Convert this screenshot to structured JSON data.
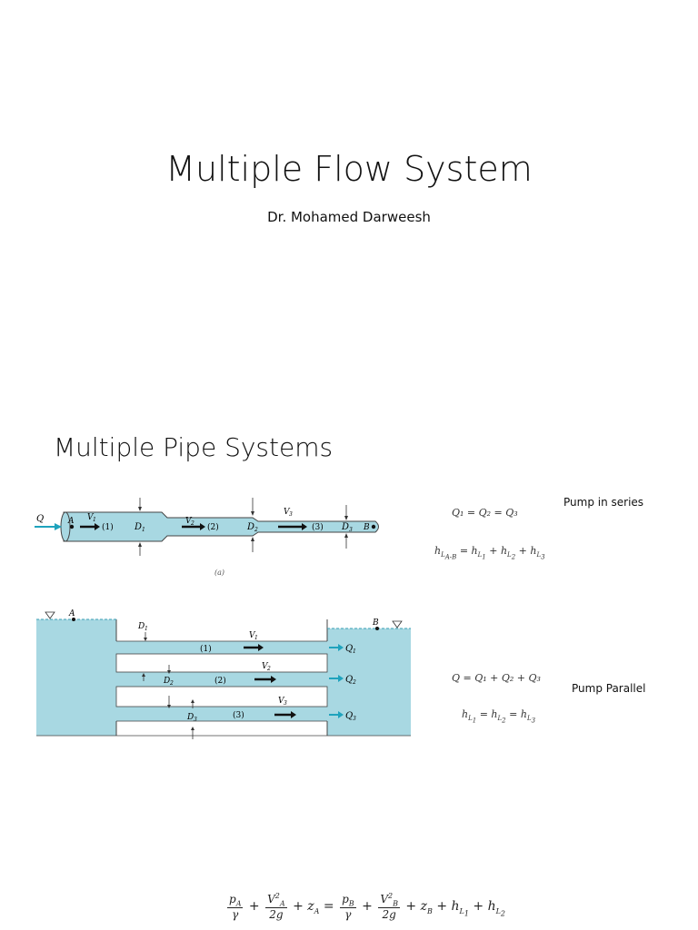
{
  "slide1": {
    "title": "Multiple Flow System",
    "subtitle": "Dr. Mohamed Darweesh"
  },
  "slide2": {
    "title": "Multiple Pipe Systems",
    "series_label": "Pump in series",
    "parallel_label": "Pump Parallel",
    "series_fig": {
      "Q": "Q",
      "A": "A",
      "B": "B",
      "V1": "V",
      "V2": "V",
      "V3": "V",
      "p1": "(1)",
      "p2": "(2)",
      "p3": "(3)",
      "D": "D",
      "caption": "(a)"
    },
    "parallel_fig": {
      "A": "A",
      "B": "B",
      "p1": "(1)",
      "p2": "(2)",
      "p3": "(3)",
      "V": "V",
      "D": "D",
      "Q": "Q"
    },
    "eq_series_1": "Q₁ = Q₂ = Q₃",
    "eq_parallel_1": "Q = Q₁ + Q₂ + Q₃"
  },
  "colors": {
    "water": "#a8d8e2",
    "water_dark": "#5ab8c8",
    "arrow_teal": "#1fa3bd"
  }
}
